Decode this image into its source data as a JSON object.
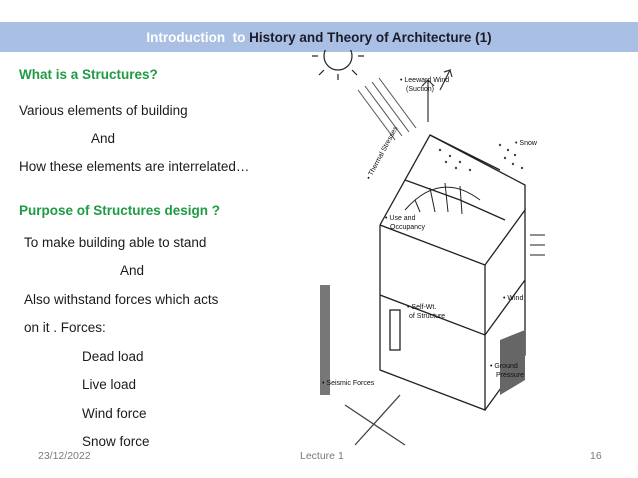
{
  "slide": {
    "title_prefix": "Introduction",
    "title_to": "to",
    "title_rest": "History and Theory of Architecture (1)",
    "accent_color": "#1f9a45",
    "header_color": "#a9bfe3"
  },
  "body": {
    "heading1": "What is  a Structures?",
    "line1": "Various elements of building",
    "line2": "And",
    "line3": "How these elements are interrelated…",
    "heading2": "Purpose of Structures design ?",
    "line4": "To make building able to stand",
    "line5": "And",
    "line6": "Also withstand forces which acts",
    "line7": "on it . Forces:",
    "forces": [
      "Dead load",
      "Live load",
      "Wind force",
      "Snow force"
    ]
  },
  "diagram": {
    "labels": {
      "leeward": "• Leeward Wind",
      "suction": "(Suction)",
      "snow": "• Snow",
      "thermal": "• Thermal Stresses",
      "use": "• Use and",
      "occupancy": "Occupancy",
      "wind": "• Wind",
      "selfwt": "• Self-Wt.",
      "ofstructure": "of Structure",
      "ground": "• Ground",
      "pressure": "Pressure",
      "seismic": "• Seismic Forces"
    }
  },
  "footer": {
    "date": "23/12/2022",
    "lecture": "Lecture 1",
    "page": "16"
  }
}
